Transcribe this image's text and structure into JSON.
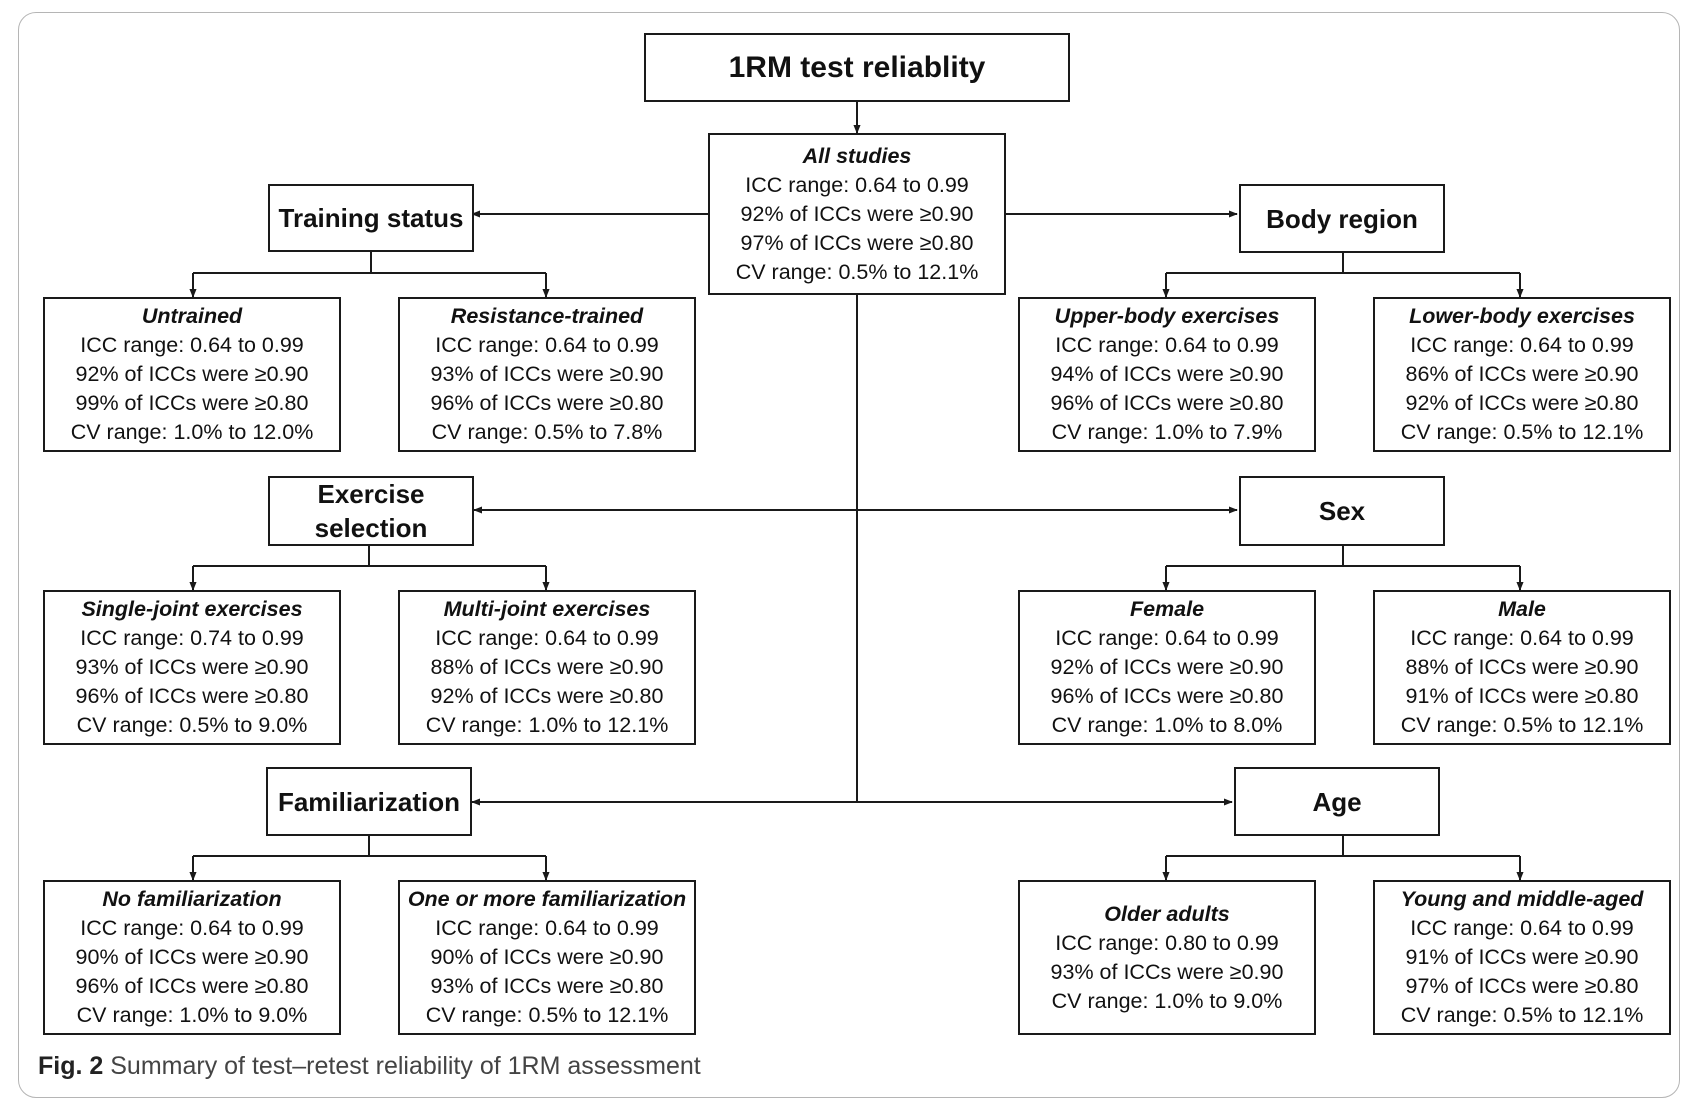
{
  "title": "1RM test reliablity",
  "all_studies": {
    "title": "All studies",
    "lines": [
      "ICC range: 0.64 to 0.99",
      "92% of ICCs were ≥0.90",
      "97% of ICCs were ≥0.80",
      "CV range: 0.5% to 12.1%"
    ]
  },
  "categories": {
    "training_status": "Training status",
    "body_region": "Body region",
    "exercise_selection_line1": "Exercise",
    "exercise_selection_line2": "selection",
    "sex": "Sex",
    "familiarization": "Familiarization",
    "age": "Age"
  },
  "groups": {
    "untrained": {
      "title": "Untrained",
      "lines": [
        "ICC range: 0.64 to 0.99",
        "92% of ICCs were ≥0.90",
        "99% of ICCs were ≥0.80",
        "CV range: 1.0% to 12.0%"
      ]
    },
    "resistance_trained": {
      "title": "Resistance-trained",
      "lines": [
        "ICC range: 0.64 to 0.99",
        "93% of ICCs were ≥0.90",
        "96% of ICCs were ≥0.80",
        "CV range: 0.5% to 7.8%"
      ]
    },
    "upper_body": {
      "title": "Upper-body exercises",
      "lines": [
        "ICC range: 0.64 to 0.99",
        "94% of ICCs were ≥0.90",
        "96% of ICCs were ≥0.80",
        "CV range: 1.0% to 7.9%"
      ]
    },
    "lower_body": {
      "title": "Lower-body exercises",
      "lines": [
        "ICC range: 0.64 to 0.99",
        "86% of ICCs were ≥0.90",
        "92% of ICCs were ≥0.80",
        "CV range: 0.5% to 12.1%"
      ]
    },
    "single_joint": {
      "title": "Single-joint exercises",
      "lines": [
        "ICC range: 0.74 to 0.99",
        "93% of ICCs were ≥0.90",
        "96% of ICCs were ≥0.80",
        "CV range: 0.5% to 9.0%"
      ]
    },
    "multi_joint": {
      "title": "Multi-joint exercises",
      "lines": [
        "ICC range: 0.64 to 0.99",
        "88% of ICCs were ≥0.90",
        "92% of ICCs were ≥0.80",
        "CV range: 1.0% to 12.1%"
      ]
    },
    "female": {
      "title": "Female",
      "lines": [
        "ICC range: 0.64 to 0.99",
        "92% of ICCs were ≥0.90",
        "96% of ICCs were ≥0.80",
        "CV range: 1.0% to 8.0%"
      ]
    },
    "male": {
      "title": "Male",
      "lines": [
        "ICC range: 0.64 to 0.99",
        "88% of ICCs were ≥0.90",
        "91% of ICCs were ≥0.80",
        "CV range: 0.5% to 12.1%"
      ]
    },
    "no_familiarization": {
      "title": "No familiarization",
      "lines": [
        "ICC range: 0.64 to 0.99",
        "90% of ICCs were ≥0.90",
        "96% of ICCs were ≥0.80",
        "CV range: 1.0% to 9.0%"
      ]
    },
    "one_or_more_familiarization": {
      "title": "One or more familiarization",
      "lines": [
        "ICC range: 0.64 to 0.99",
        "90% of ICCs were ≥0.90",
        "93% of ICCs were ≥0.80",
        "CV range: 0.5% to 12.1%"
      ]
    },
    "older_adults": {
      "title": "Older adults",
      "lines": [
        "ICC range: 0.80 to 0.99",
        "93% of ICCs were ≥0.90",
        "CV range: 1.0% to 9.0%"
      ]
    },
    "young_middle_aged": {
      "title": "Young and middle-aged",
      "lines": [
        "ICC range: 0.64 to 0.99",
        "91% of ICCs were ≥0.90",
        "97% of ICCs were ≥0.80",
        "CV range: 0.5% to 12.1%"
      ]
    }
  },
  "caption": {
    "label": "Fig. 2",
    "text": "Summary of test–retest reliability of 1RM assessment"
  }
}
